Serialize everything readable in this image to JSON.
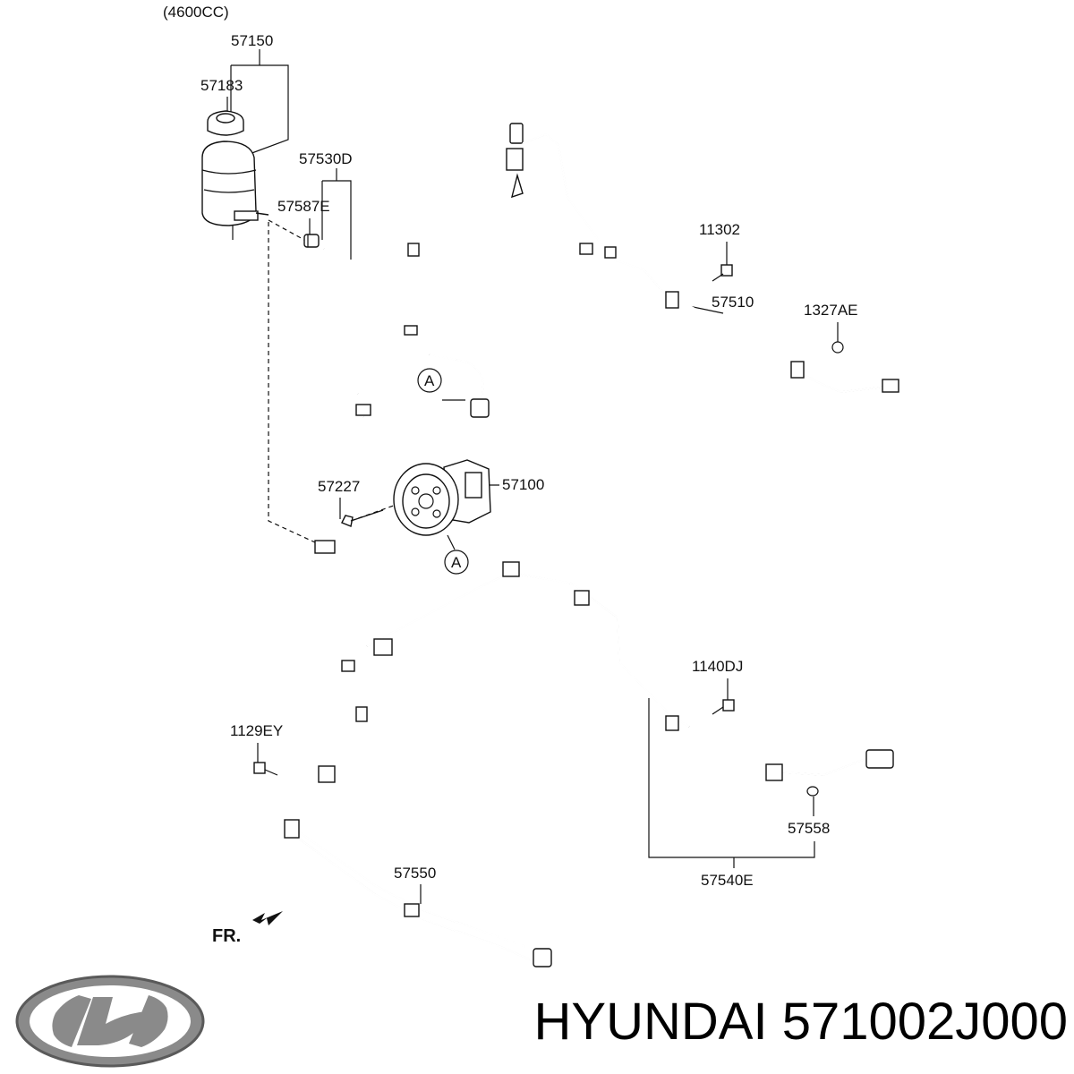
{
  "header": {
    "variant": "(4600CC)"
  },
  "callouts": {
    "reservoir_assy": "57150",
    "cap": "57183",
    "suction_hose": "57530D",
    "clamp": "57587E",
    "bolt_11302": "11302",
    "return_tube": "57510",
    "nut": "1327AE",
    "bolt_57227": "57227",
    "pump": "57100",
    "bolt_1140DJ": "1140DJ",
    "bolt_1129EY": "1129EY",
    "oring": "57558",
    "return_hose": "57550",
    "pressure_hose": "57540E",
    "ref_a": "A"
  },
  "front_marker": "FR.",
  "brand": {
    "name": "HYUNDAI",
    "part_number": "571002J000",
    "logo_icon": "hyundai-logo-icon"
  },
  "colors": {
    "line": "#111111",
    "background": "#ffffff"
  }
}
